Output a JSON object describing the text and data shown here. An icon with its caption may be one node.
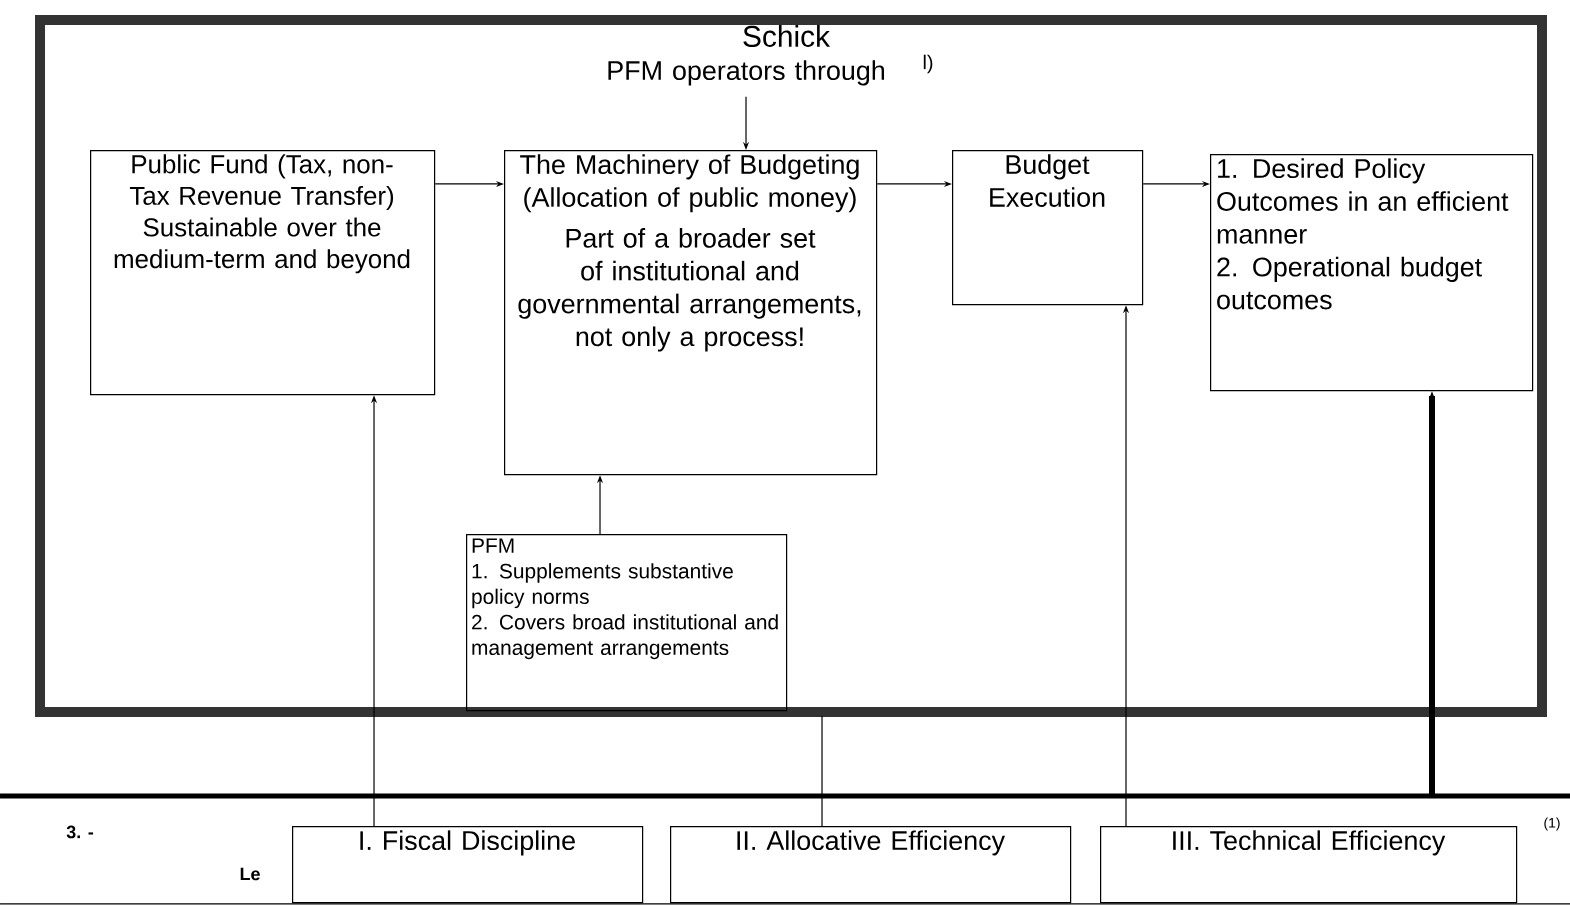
{
  "diagram": {
    "nodes": [
      {
        "text": [
          "PFM operators through"
        ]
      },
      {
        "text": [
          "Public Fund (Tax, non-Tax Revenue Transfer)",
          "Sustainable over the medium-term and beyond"
        ]
      },
      {
        "text": [
          "The Machinery of Budgeting (Allocation of public money)",
          "Part of a broader set of institutional and governmental arrangements, not only a process!"
        ]
      },
      {
        "text": [
          "Budget Execution"
        ]
      },
      {
        "text": [
          "1. Desired Policy Outcomes in an efficient manner",
          "2. Operational budget outcomes"
        ]
      },
      {
        "text": [
          "PFM",
          "1. Supplements substantive policy norms",
          "2. Covers broad institutional and management arrangements"
        ]
      },
      {
        "text": [
          "I. Fiscal Discipline"
        ]
      },
      {
        "text": [
          "II. Allocative Efficiency"
        ]
      },
      {
        "text": [
          "III. Technical Efficiency"
        ]
      }
    ],
    "edges": [
      {
        "from": 0,
        "to": 2,
        "arrow": "to"
      },
      {
        "from": 1,
        "to": 2,
        "arrow": "to"
      },
      {
        "from": 2,
        "to": 3,
        "arrow": "to"
      },
      {
        "from": 3,
        "to": 4,
        "arrow": "to"
      },
      {
        "from": 5,
        "to": 2,
        "arrow": "to"
      },
      {
        "from": 6,
        "to": 1,
        "arrow": "to"
      },
      {
        "from": 7,
        "to": null,
        "arrow": "none"
      },
      {
        "from": 8,
        "to": 3,
        "arrow": "to"
      },
      {
        "from": null,
        "to": 4,
        "arrow": "to",
        "style": "thick"
      }
    ],
    "labels": [
      "Schick",
      "l)",
      "3. -",
      "Le",
      "(1)"
    ]
  }
}
